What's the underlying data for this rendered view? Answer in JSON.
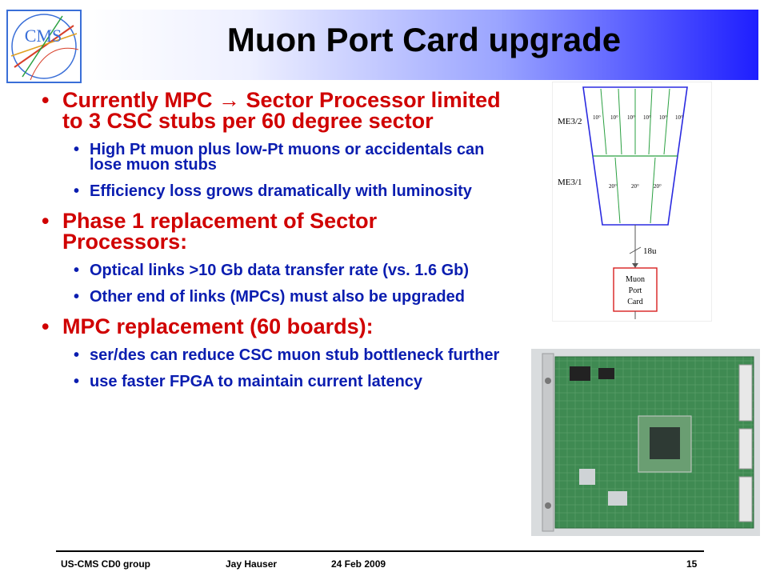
{
  "slide": {
    "title": "Muon Port Card upgrade",
    "bullets": [
      {
        "text": "Currently MPC → Sector Processor limited to 3 CSC stubs per 60 degree sector",
        "sub": [
          "High Pt muon plus low-Pt muons or accidentals can lose muon stubs",
          "Efficiency loss grows dramatically with luminosity"
        ]
      },
      {
        "text": "Phase 1 replacement of Sector Processors:",
        "sub": [
          "Optical links >10 Gb data transfer rate (vs. 1.6 Gb)",
          "Other end of links (MPCs) must also be upgraded"
        ]
      },
      {
        "text": "MPC replacement (60 boards):",
        "sub": [
          "ser/des can reduce CSC muon stub bottleneck further",
          "use faster FPGA to maintain current latency"
        ]
      }
    ]
  },
  "logo": {
    "text": "CMS"
  },
  "diagram": {
    "row1_label": "ME3/2",
    "row2_label": "ME3/1",
    "row1_cells": [
      "10°",
      "10°",
      "10°",
      "10°",
      "10°",
      "10°"
    ],
    "row2_cells": [
      "20°",
      "20°",
      "20°"
    ],
    "link_label": "18u",
    "box_lines": [
      "Muon",
      "Port",
      "Card"
    ]
  },
  "footer": {
    "group": "US-CMS CD0 group",
    "author": "Jay Hauser",
    "date": "24 Feb 2009",
    "page": "15"
  },
  "colors": {
    "title": "#000000",
    "level1": "#d00000",
    "level2": "#0a1db0",
    "header_gradient_end": "#1e1eff"
  }
}
